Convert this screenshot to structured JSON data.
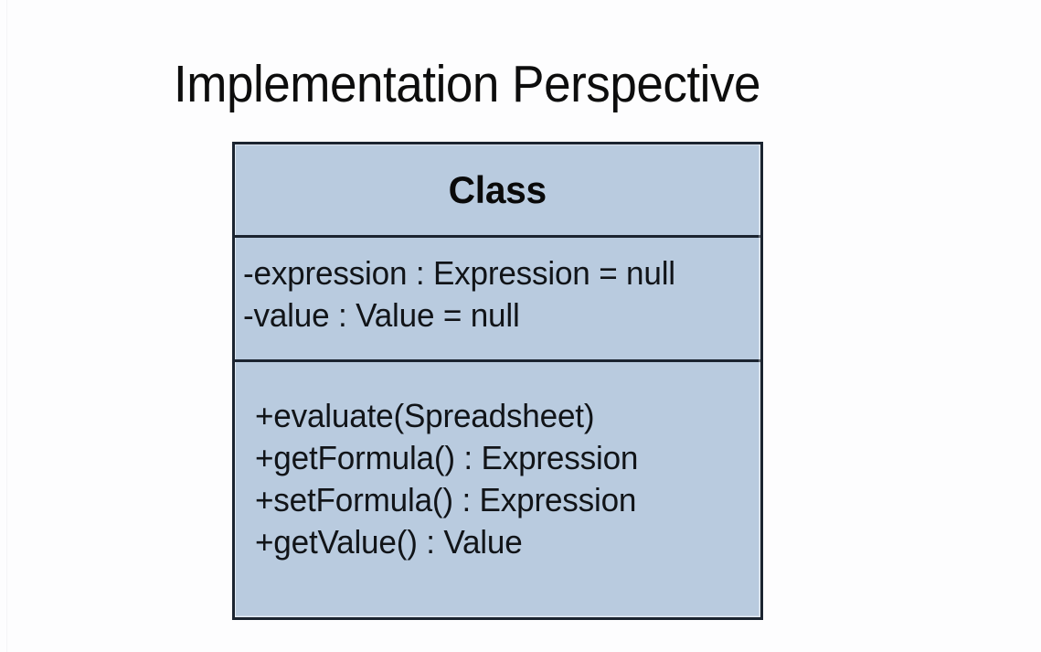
{
  "slide": {
    "title": "Implementation Perspective",
    "background_color": "#fdfdfe"
  },
  "class_box": {
    "name": "Class",
    "fill_color": "#b9cbdf",
    "border_color": "#1b2430",
    "text_color": "#111418",
    "attributes": [
      "-expression : Expression = null",
      "-value : Value = null"
    ],
    "operations": [
      "+evaluate(Spreadsheet)",
      "+getFormula() : Expression",
      "+setFormula() : Expression",
      "+getValue() : Value"
    ]
  }
}
